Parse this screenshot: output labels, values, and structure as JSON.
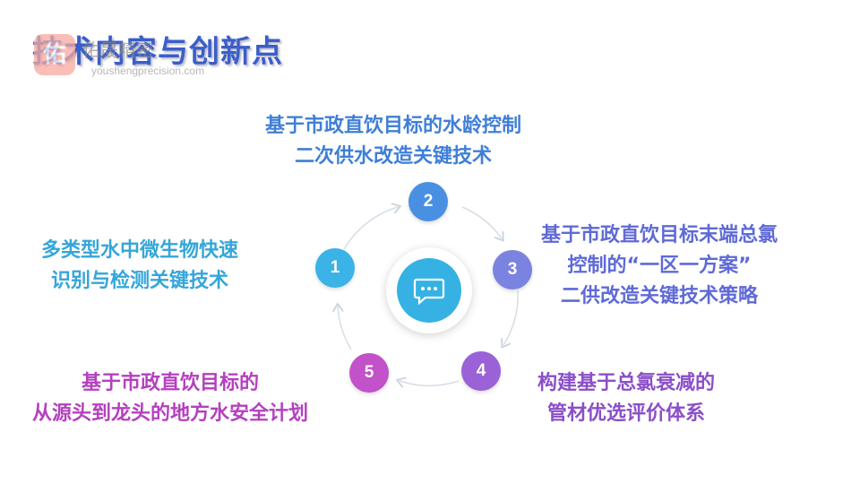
{
  "title": "技术内容与创新点",
  "watermark": {
    "logo_char": "佑",
    "name": "佑晟精密",
    "url": "youshengprecision.com"
  },
  "center": {
    "icon": "chat-bubble-icon",
    "color": "#35b2e3"
  },
  "nodes": [
    {
      "num": "1",
      "color": "#3bb3e6",
      "lines": [
        "多类型水中微生物快速",
        "识别与检测关键技术"
      ],
      "text_color": "#35a6d8"
    },
    {
      "num": "2",
      "color": "#4a90e2",
      "lines": [
        "基于市政直饮目标的水龄控制",
        "二次供水改造关键技术"
      ],
      "text_color": "#3f7fd8"
    },
    {
      "num": "3",
      "color": "#7b83e0",
      "lines": [
        "基于市政直饮目标末端总氯",
        "控制的“一区一方案”",
        "二供改造关键技术策略"
      ],
      "text_color": "#5f6ad6"
    },
    {
      "num": "4",
      "color": "#9a62d6",
      "lines": [
        "构建基于总氯衰减的",
        "管材优选评价体系"
      ],
      "text_color": "#8a4fc8"
    },
    {
      "num": "5",
      "color": "#c252c9",
      "lines": [
        "基于市政直饮目标的",
        "从源头到龙头的地方水安全计划"
      ],
      "text_color": "#b53fbf"
    }
  ]
}
